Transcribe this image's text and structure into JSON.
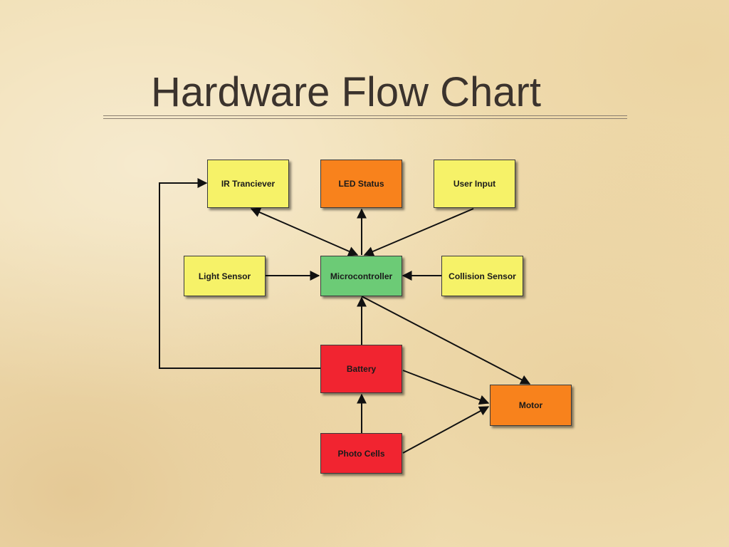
{
  "slide": {
    "title": "Hardware Flow Chart"
  },
  "nodes": {
    "ir_transceiver": "IR Tranciever",
    "led_status": "LED Status",
    "user_input": "User Input",
    "light_sensor": "Light Sensor",
    "microcontroller": "Microcontroller",
    "collision_sensor": "Collision Sensor",
    "battery": "Battery",
    "motor": "Motor",
    "photo_cells": "Photo Cells"
  },
  "colors": {
    "sensor_yellow": "#f6f268",
    "output_orange": "#f8821c",
    "controller_green": "#6ccb76",
    "power_red": "#f12430",
    "background": "#f1dfb4",
    "title_text": "#3b332d"
  }
}
